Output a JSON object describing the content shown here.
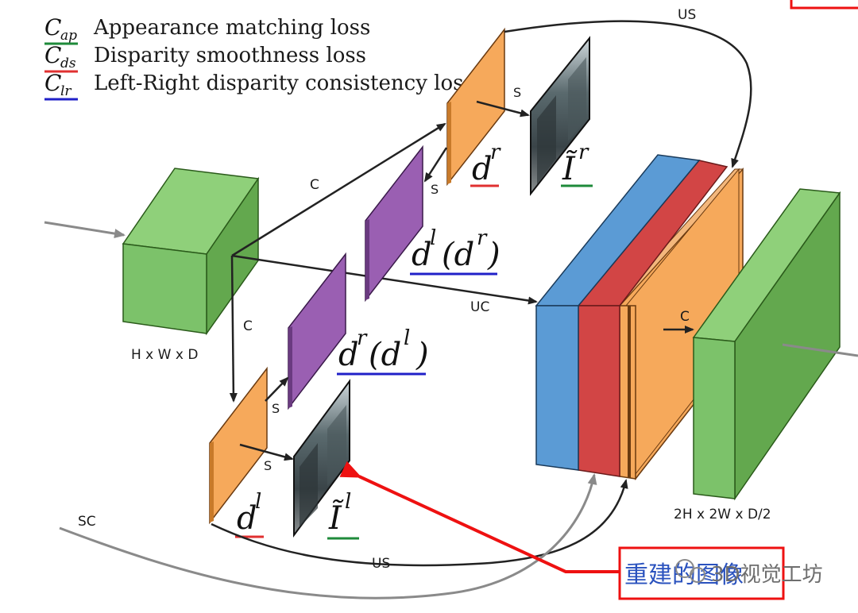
{
  "legend": [
    {
      "sym": "C",
      "sub": "ap",
      "text": "Appearance matching loss",
      "color": "#1e8a3a"
    },
    {
      "sym": "C",
      "sub": "ds",
      "text": "Disparity smoothness loss",
      "color": "#e03030"
    },
    {
      "sym": "C",
      "sub": "lr",
      "text": "Left-Right disparity consistency loss",
      "color": "#2020c8"
    }
  ],
  "labels": {
    "us_top": "US",
    "us_bottom": "US",
    "sc": "SC",
    "uc": "UC",
    "c_top": "C",
    "c_left": "C",
    "c_right": "C",
    "s1": "S",
    "s2": "S",
    "s3": "S",
    "s4": "S",
    "input_dims": "H x W x D",
    "output_dims": "2H x 2W x D/2"
  },
  "math": {
    "dr": {
      "base": "d",
      "sup": "r"
    },
    "dl": {
      "base": "d",
      "sup": "l"
    },
    "ir": {
      "base": "Ĩ",
      "sup": "r"
    },
    "il": {
      "base": "Ĩ",
      "sup": "l"
    },
    "dldr": {
      "base": "d",
      "sup": "l",
      "paren": "(d",
      "psup": "r",
      "close": ")"
    },
    "drdl": {
      "base": "d",
      "sup": "r",
      "paren": "(d",
      "psup": "l",
      "close": ")"
    }
  },
  "callout": {
    "text": "重建的图像"
  },
  "watermark": {
    "text": "3D视觉工坊"
  },
  "colors": {
    "green": "#7cc26a",
    "orange": "#f6a95b",
    "purple": "#9a5fb2",
    "blue": "#5b9bd5",
    "red": "#d24545",
    "callout": "#ee1111"
  }
}
